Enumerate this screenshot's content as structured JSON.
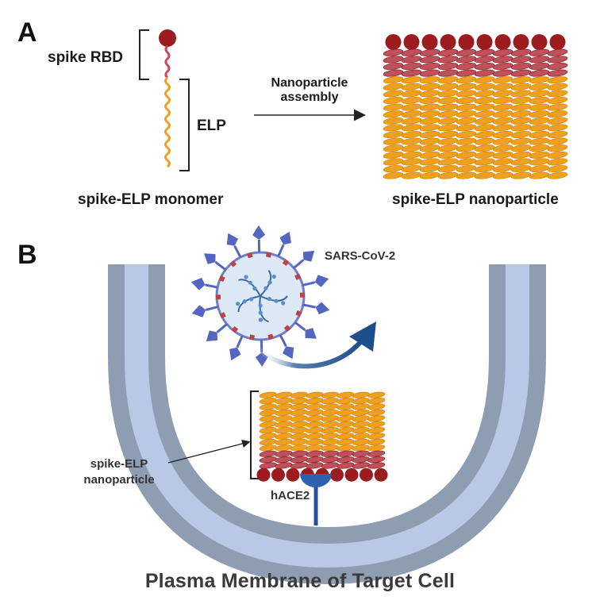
{
  "panels": {
    "a": {
      "letter": "A",
      "spike_rbd_label": "spike RBD",
      "elp_label": "ELP",
      "arrow_label_line1": "Nanoparticle",
      "arrow_label_line2": "assembly",
      "monomer_caption": "spike-ELP monomer",
      "nanoparticle_caption": "spike-ELP nanoparticle"
    },
    "b": {
      "letter": "B",
      "virus_label": "SARS-CoV-2",
      "nanoparticle_label_line1": "spike-ELP",
      "nanoparticle_label_line2": "nanoparticle",
      "receptor_label": "hACE2",
      "membrane_title": "Plasma Membrane of Target Cell"
    }
  },
  "colors": {
    "rbd": "#9b1b1e",
    "rbd_linker": "#c0505a",
    "elp": "#f0a020",
    "elp_stroke": "#d98a10",
    "membrane_outer": "#8f9db3",
    "membrane_inner": "#b9c8e4",
    "virus_spike": "#5566c0",
    "virus_body": "#dde9f5",
    "virus_rna": "#3b6aa3",
    "arrow_blue": "#1f4e8c",
    "receptor": "#2350a0"
  },
  "icons": [
    "virus-icon",
    "nanoparticle-icon",
    "monomer-icon",
    "receptor-icon"
  ]
}
